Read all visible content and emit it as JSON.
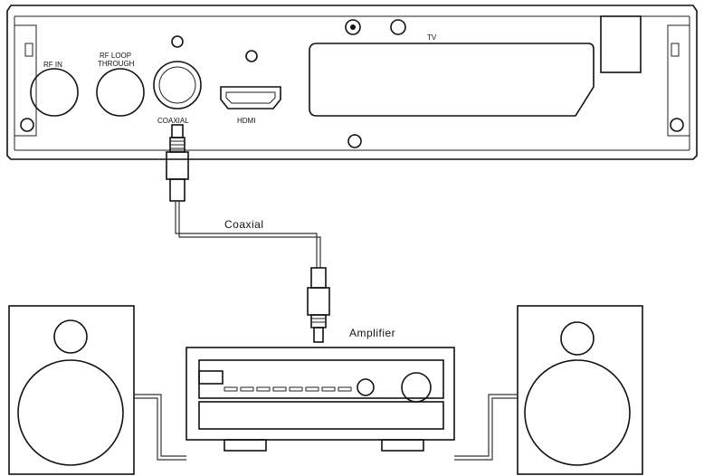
{
  "labels": {
    "rf_in": "RF IN",
    "rf_loop_1": "RF LOOP",
    "rf_loop_2": "THROUGH",
    "coaxial_port": "COAXIAL",
    "hdmi": "HDMI",
    "tv": "TV",
    "coaxial_cable": "Coaxial",
    "amplifier": "Amplifier"
  }
}
